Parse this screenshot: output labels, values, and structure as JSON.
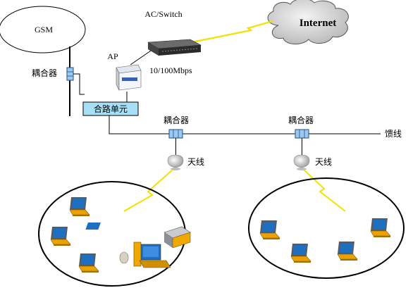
{
  "labels": {
    "gsm": "GSM",
    "ac_switch": "AC/Switch",
    "internet": "Internet",
    "ap": "AP",
    "speed": "10/100Mbps",
    "coupler_left": "耦合器",
    "combiner": "合路单元",
    "coupler_mid": "耦合器",
    "coupler_right": "耦合器",
    "feeder": "馈线",
    "antenna_left": "天线",
    "antenna_right": "天线"
  },
  "colors": {
    "wireless_link": "#f2e200",
    "combiner_fill": "#a8dff5",
    "coupler_fill": "#9ec9ee",
    "laptop_screen": "#1f6fc0",
    "laptop_body": "#e9a200",
    "cloud_fill": "#d6d6d6",
    "line": "#000000"
  },
  "icons": {
    "cloud": "internet-cloud-icon",
    "switch": "switch-icon",
    "ap": "access-point-icon",
    "antenna": "antenna-icon",
    "laptop": "laptop-icon",
    "desktop": "desktop-computer-icon",
    "printer": "printer-icon"
  }
}
